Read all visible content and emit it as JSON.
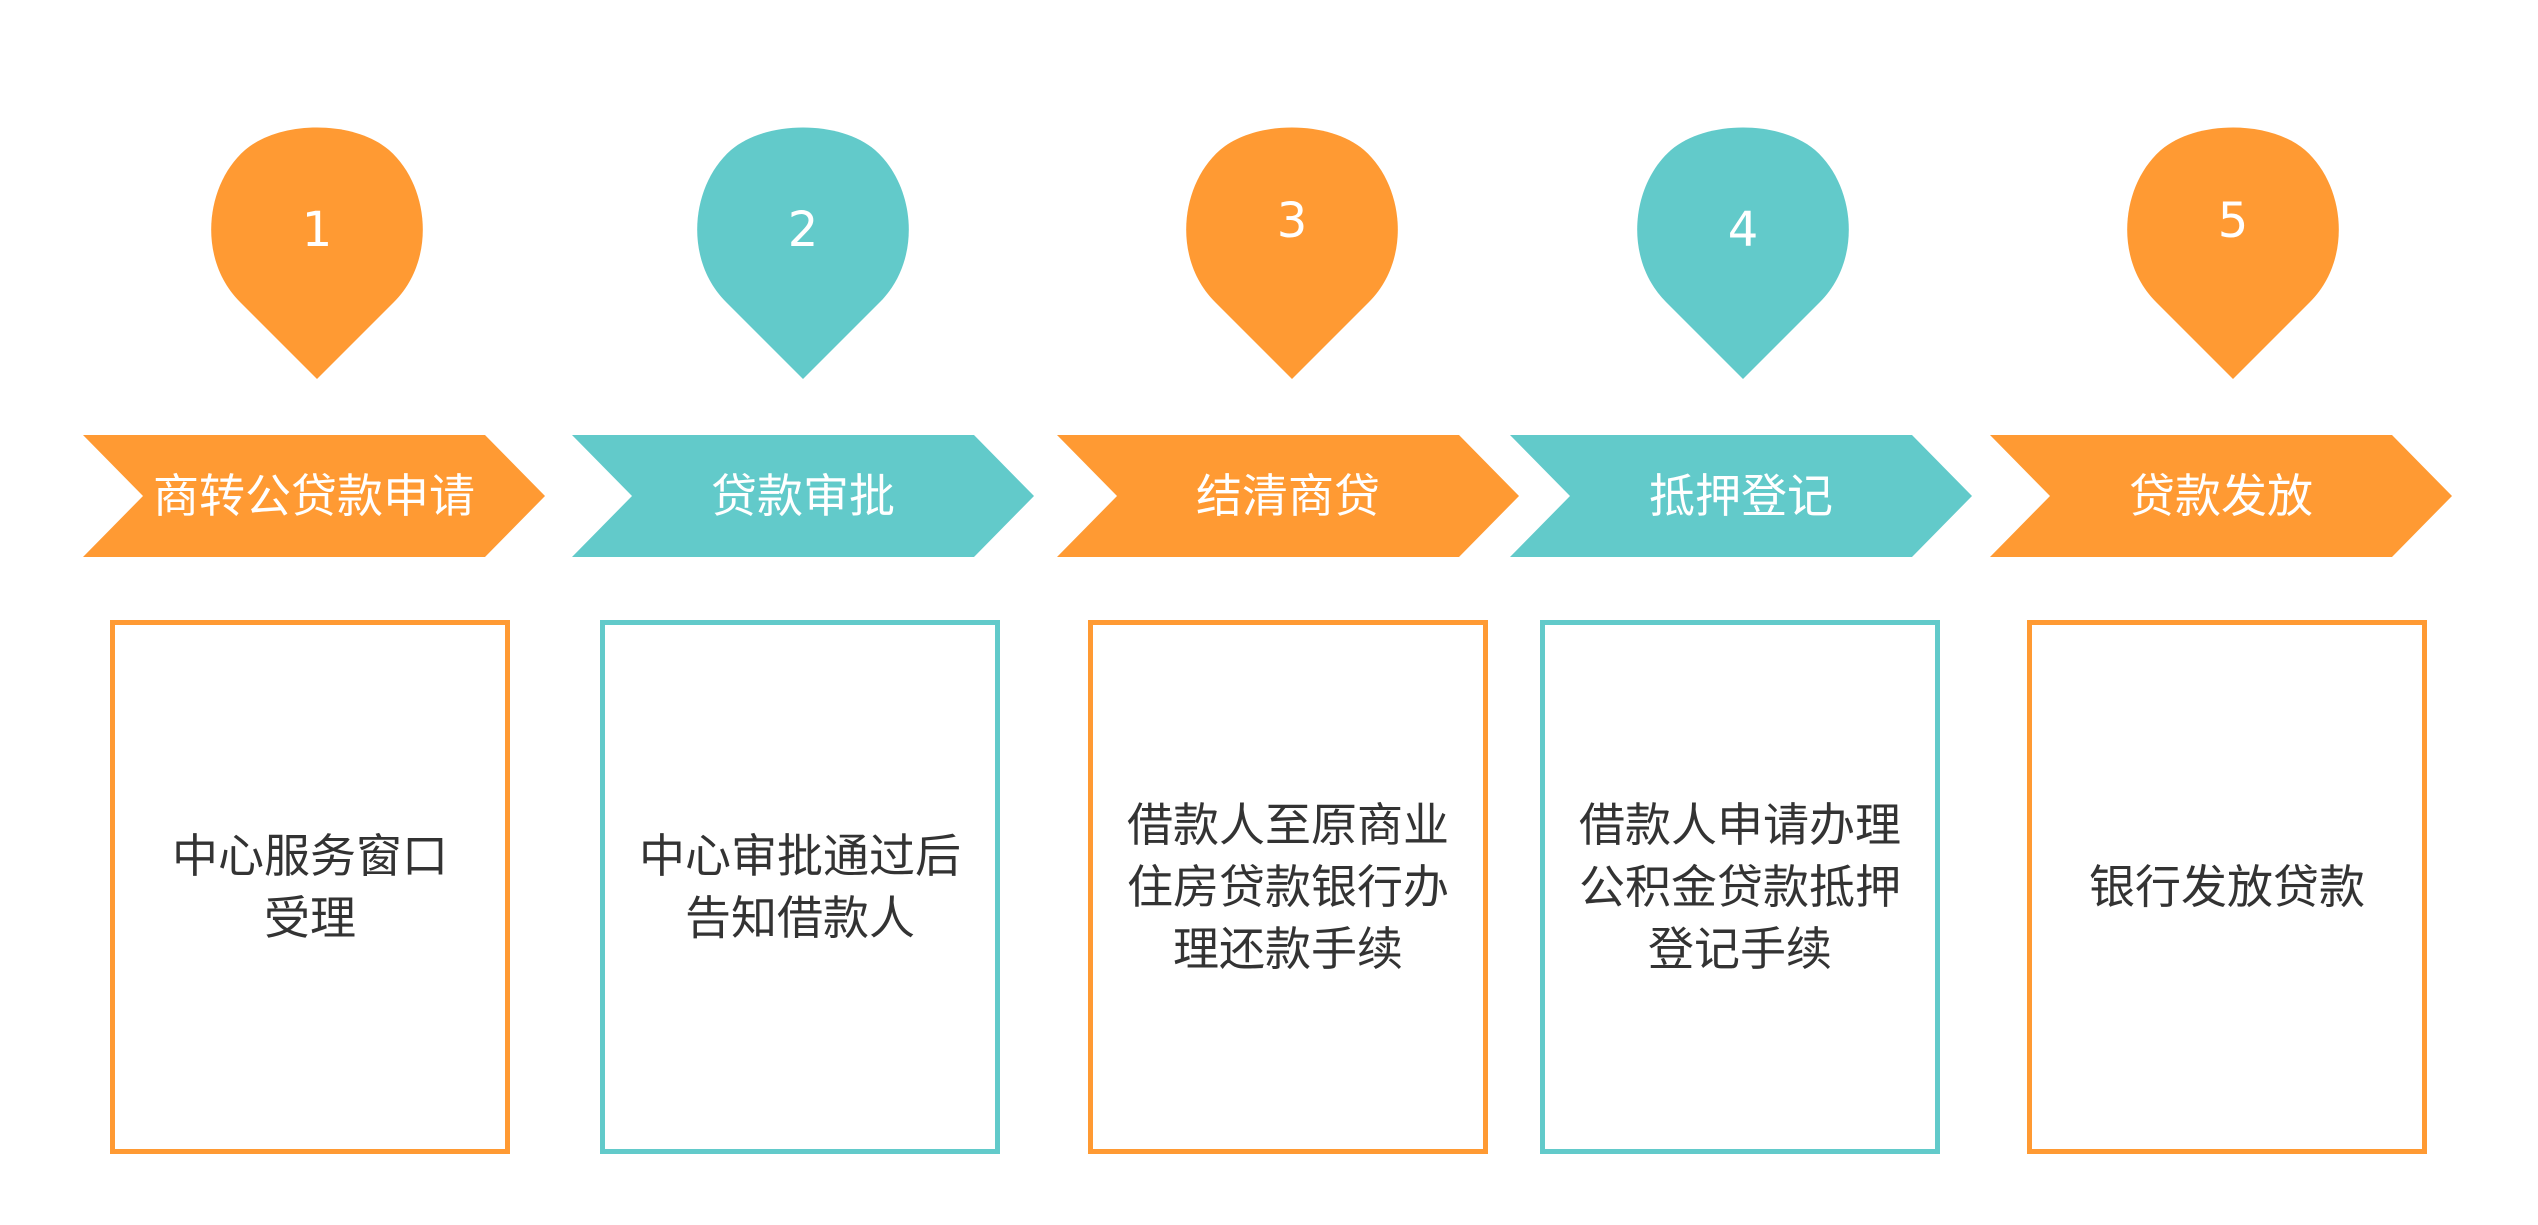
{
  "colors": {
    "orange": "#FF9A33",
    "teal": "#62CACA",
    "text": "#333333"
  },
  "steps": [
    {
      "number": "1",
      "title": "商转公贷款申请",
      "desc_lines": [
        "中心服务窗口",
        "受理"
      ],
      "color": "#FF9A33"
    },
    {
      "number": "2",
      "title": "贷款审批",
      "desc_lines": [
        "中心审批通过后",
        "告知借款人"
      ],
      "color": "#62CACA"
    },
    {
      "number": "3",
      "title": "结清商贷",
      "desc_lines": [
        "借款人至原商业",
        "住房贷款银行办",
        "理还款手续"
      ],
      "color": "#FF9A33"
    },
    {
      "number": "4",
      "title": "抵押登记",
      "desc_lines": [
        "借款人申请办理",
        "公积金贷款抵押",
        "登记手续"
      ],
      "color": "#62CACA"
    },
    {
      "number": "5",
      "title": "贷款发放",
      "desc_lines": [
        "银行发放贷款"
      ],
      "color": "#FF9A33"
    }
  ]
}
